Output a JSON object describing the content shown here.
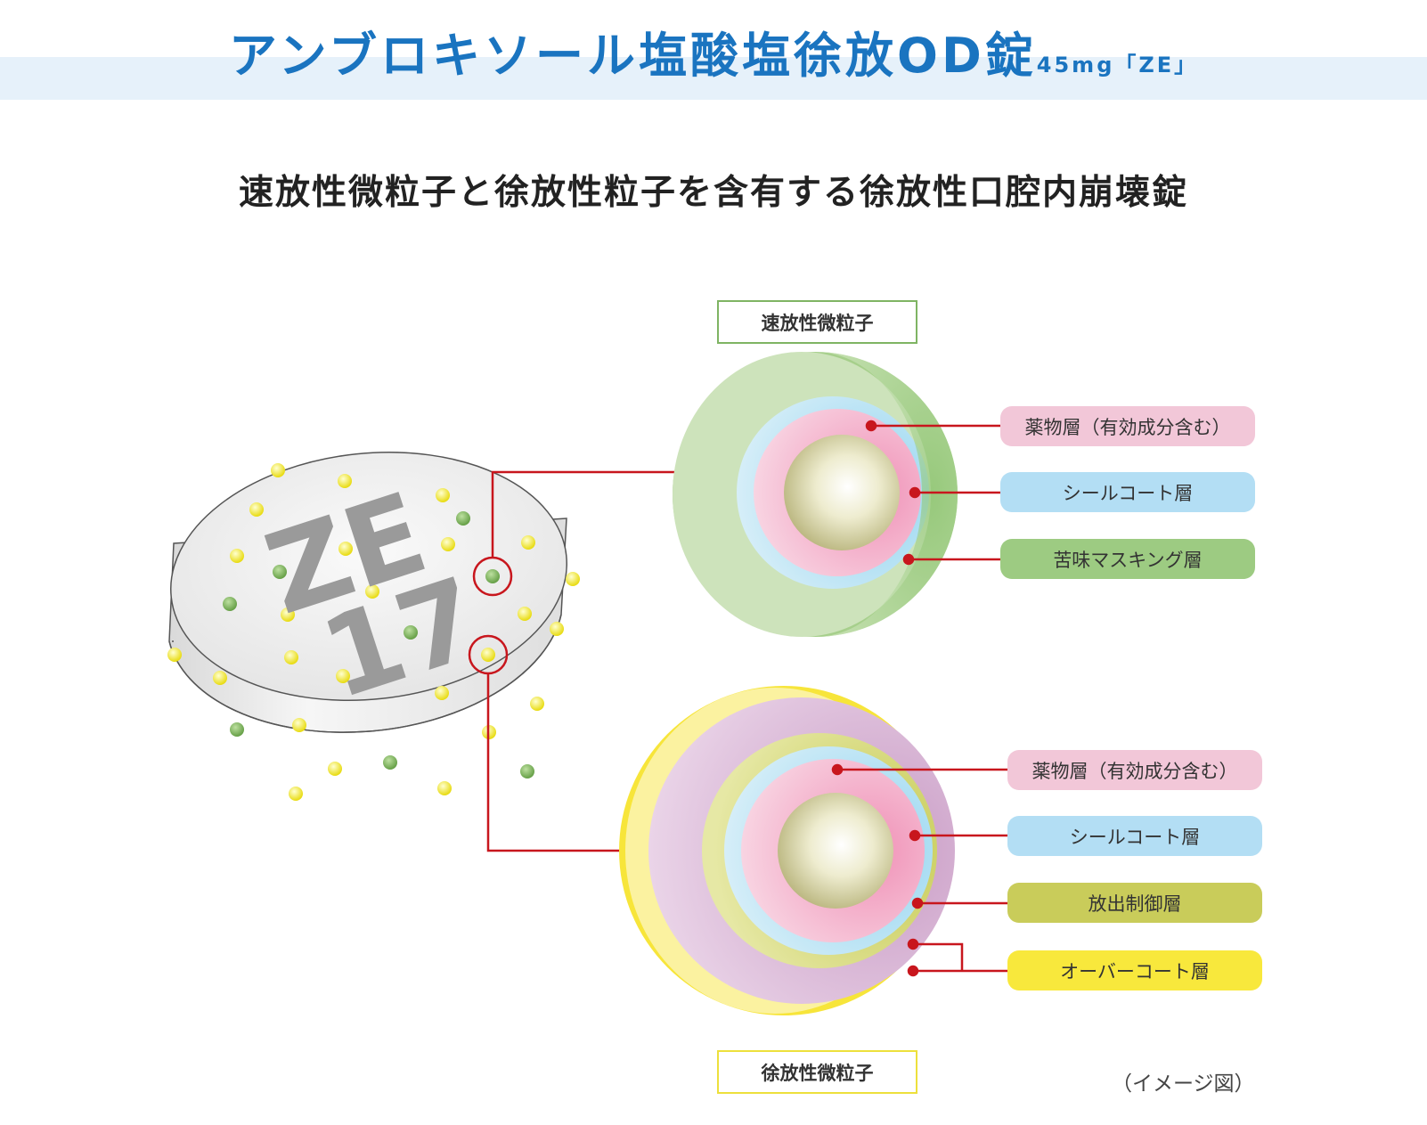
{
  "header": {
    "title_main": "アンブロキソール塩酸塩徐放OD錠",
    "title_sub": "45mg「ZE」"
  },
  "heading": "速放性微粒子と徐放性粒子を含有する徐放性口腔内崩壊錠",
  "tablet": {
    "imprint_line1": "ZE",
    "imprint_line2": "17"
  },
  "fast_particle": {
    "label": "速放性微粒子",
    "layers": [
      "薬物層（有効成分含む）",
      "シールコート層",
      "苦味マスキング層"
    ]
  },
  "slow_particle": {
    "label": "徐放性微粒子",
    "layers": [
      "薬物層（有効成分含む）",
      "シールコート層",
      "放出制御層",
      "オーバーコート層"
    ]
  },
  "colors": {
    "title_blue": "#1a74c0",
    "band": "#e6f1fa",
    "leader_red": "#c8161d",
    "pink": "#f2c4d6",
    "blue": "#b3def4",
    "green": "#9ccb81",
    "olive": "#c9cc5a",
    "yellow": "#f8e83c"
  },
  "caption": "（イメージ図）"
}
